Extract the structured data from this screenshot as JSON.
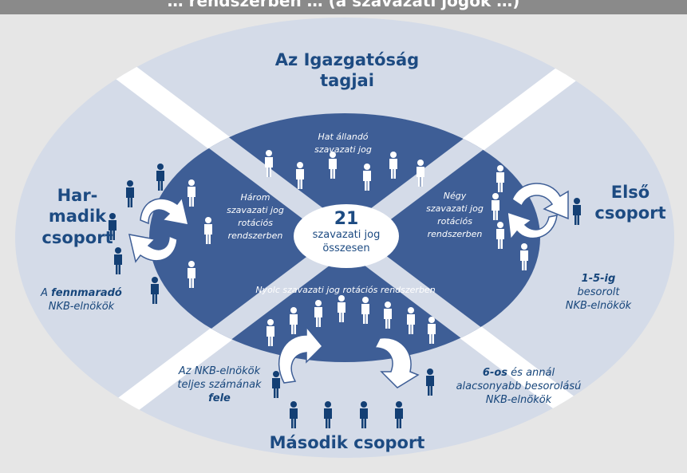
{
  "header": {
    "title": "… rendszerben … (a szavazati jogok …)"
  },
  "outer": {
    "top": "Az Igazgatóság tagjai",
    "right": "Első csoport",
    "left_line1": "Har-",
    "left_line2": "madik",
    "left_line3": "csoport",
    "bottom": "Második csoport"
  },
  "descriptions": {
    "right_bold": "1-5-ig",
    "right_rest1": "besorolt",
    "right_rest2": "NKB-elnökök",
    "left_pre": "A ",
    "left_bold": "fennmaradó",
    "left_rest": "NKB-elnökök",
    "bottom_left_l1": "Az NKB-elnökök",
    "bottom_left_l2": "teljes számának",
    "bottom_left_bold": "fele",
    "bottom_right_bold": "6-os",
    "bottom_right_l1": " és annál",
    "bottom_right_l2": "alacsonyabb besorolású",
    "bottom_right_l3": "NKB-elnökök"
  },
  "inner": {
    "top_l1": "Hat állandó",
    "top_l2": "szavazati jog",
    "right_l1": "Négy",
    "right_l2": "szavazati jog",
    "right_l3": "rotációs",
    "right_l4": "rendszerben",
    "left_l1": "Három",
    "left_l2": "szavazati jog",
    "left_l3": "rotációs",
    "left_l4": "rendszerben",
    "bottom": "Nyolc szavazati jog rotációs rendszerben"
  },
  "center": {
    "number": "21",
    "line1": "szavazati jog",
    "line2": "összesen"
  },
  "colors": {
    "outer_fill": "#d4dbe8",
    "inner_fill": "#3e5e96",
    "person_dark": "#133f74",
    "person_light": "#ffffff",
    "text": "#17467b",
    "background": "#e6e6e6"
  }
}
